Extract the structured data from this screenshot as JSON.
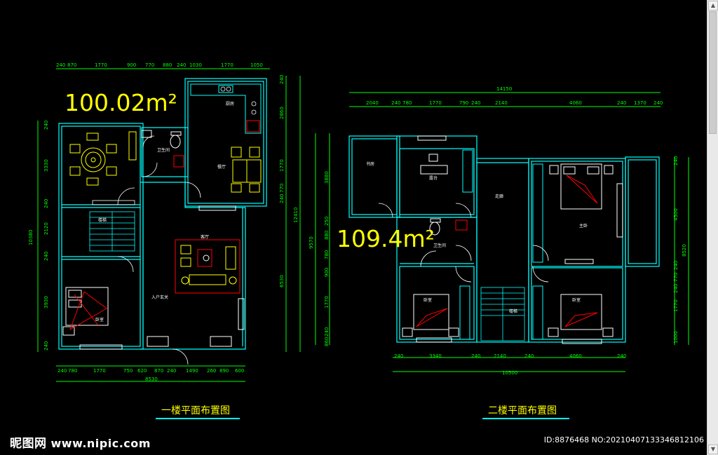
{
  "plan1": {
    "area": "100.02m²",
    "title": "一楼平面布置图",
    "top_dims": [
      "240",
      "870",
      "1770",
      "900",
      "770",
      "880",
      "240",
      "1030",
      "1770",
      "1050"
    ],
    "left_dims": [
      "240",
      "3330",
      "240",
      "2120",
      "240",
      "3930",
      "240"
    ],
    "left_total": "10380",
    "right_dims": [
      "240",
      "2860",
      "1770",
      "240",
      "770",
      "6530"
    ],
    "right_total": "12410",
    "bottom_dims": [
      "240",
      "780",
      "1770",
      "750",
      "620",
      "870",
      "240",
      "1490",
      "260",
      "890",
      "600"
    ],
    "bottom_total": "8530",
    "rooms": [
      "厨房",
      "餐厅",
      "卫生间",
      "客厅",
      "入户玄关",
      "卧室",
      "楼梯"
    ]
  },
  "plan2": {
    "area": "109.4m²",
    "title": "二楼平面布置图",
    "top_total": "14150",
    "top_dims": [
      "2040",
      "240",
      "780",
      "1770",
      "790",
      "240",
      "2140",
      "4060",
      "240",
      "1370",
      "240"
    ],
    "left_dims": [
      "3880",
      "250",
      "880",
      "780",
      "900",
      "1770",
      "240",
      "860"
    ],
    "left_total": "9570",
    "right_dims": [
      "240",
      "4500",
      "240",
      "770",
      "240",
      "1770",
      "1000"
    ],
    "right_total": "8520",
    "bottom_dims": [
      "240",
      "3340",
      "240",
      "2140",
      "240",
      "4060",
      "240"
    ],
    "bottom_total": "10500",
    "rooms": [
      "书房",
      "露台",
      "卫生间",
      "走廊",
      "主卧",
      "卧室",
      "卧室",
      "楼梯"
    ]
  },
  "watermark": {
    "brand": "昵图网",
    "site": "www.nipic.com",
    "id": "ID:8876468 NO:20210407133346812106"
  },
  "colors": {
    "background": "#000000",
    "walls": "#00ffff",
    "dimensions": "#00ff00",
    "furniture": "#ffff00",
    "red": "#ff0000",
    "white": "#ffffff",
    "title_underline": "#00ffff"
  }
}
